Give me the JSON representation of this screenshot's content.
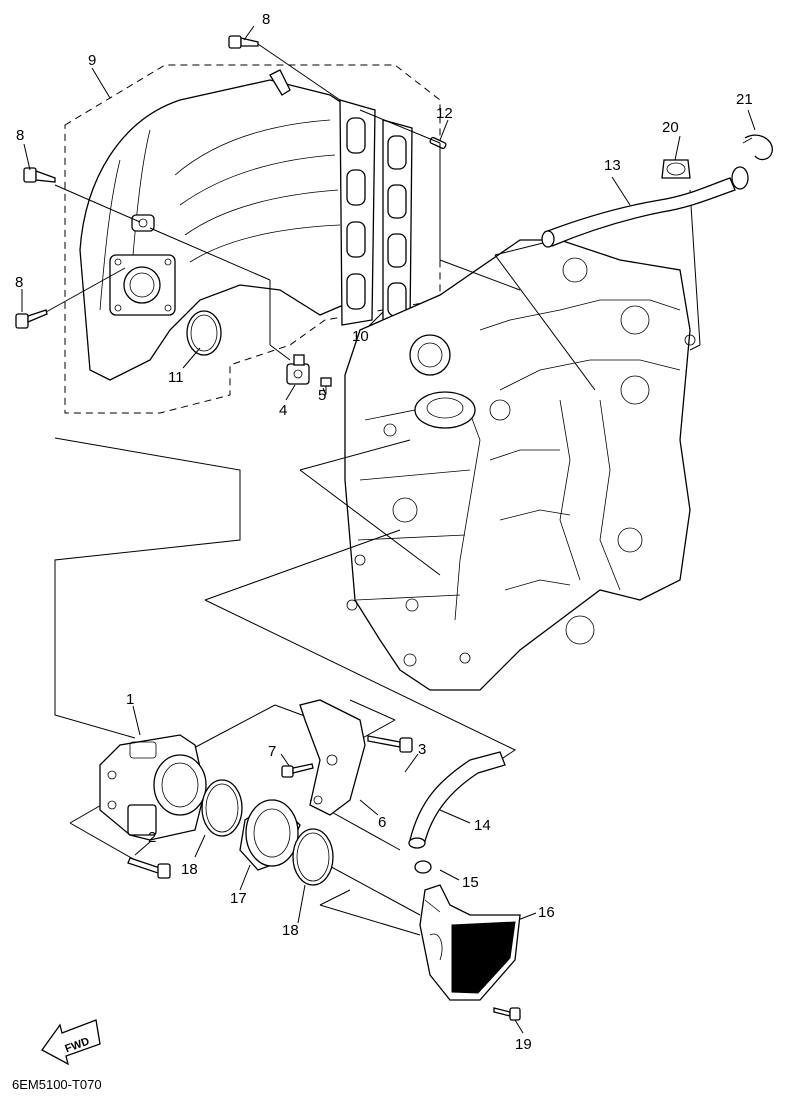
{
  "diagram": {
    "code": "6EM5100-T070",
    "fwd_label": "FWD",
    "callouts": [
      "1",
      "2",
      "3",
      "4",
      "5",
      "6",
      "7",
      "8",
      "8",
      "8",
      "9",
      "10",
      "11",
      "12",
      "13",
      "14",
      "15",
      "16",
      "17",
      "18",
      "18",
      "19",
      "20",
      "21"
    ]
  },
  "icons": {
    "fwd_arrow": "fwd-arrow-icon"
  }
}
